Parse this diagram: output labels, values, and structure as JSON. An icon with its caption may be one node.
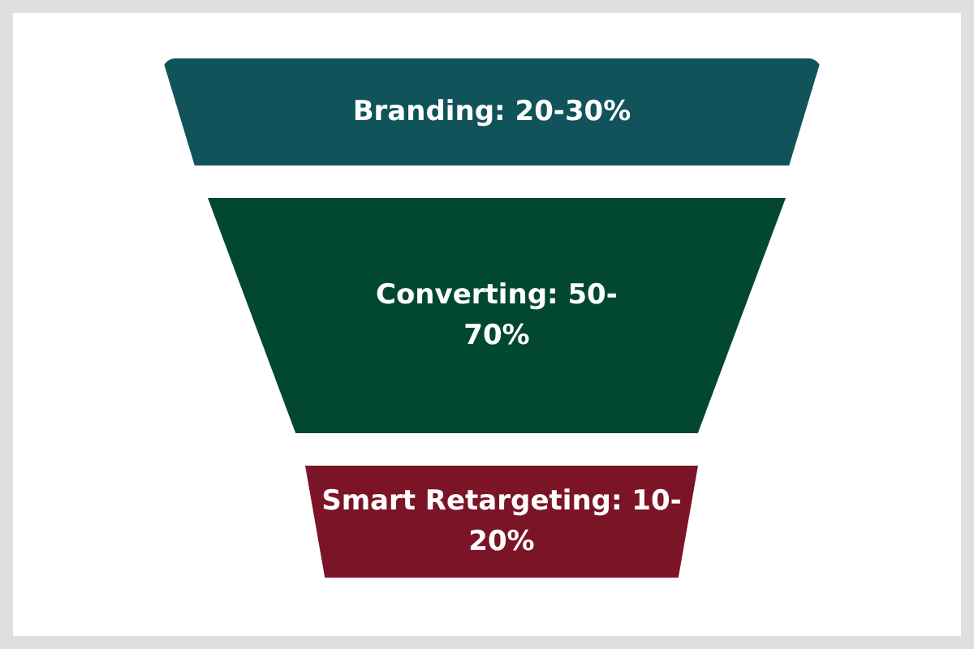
{
  "diagram": {
    "nodes": [
      {
        "text": [
          "Branding: 20-30%"
        ]
      },
      {
        "text": [
          "Converting: 50-70%"
        ]
      },
      {
        "text": [
          "Smart Retargeting: 10-20%"
        ]
      }
    ]
  }
}
